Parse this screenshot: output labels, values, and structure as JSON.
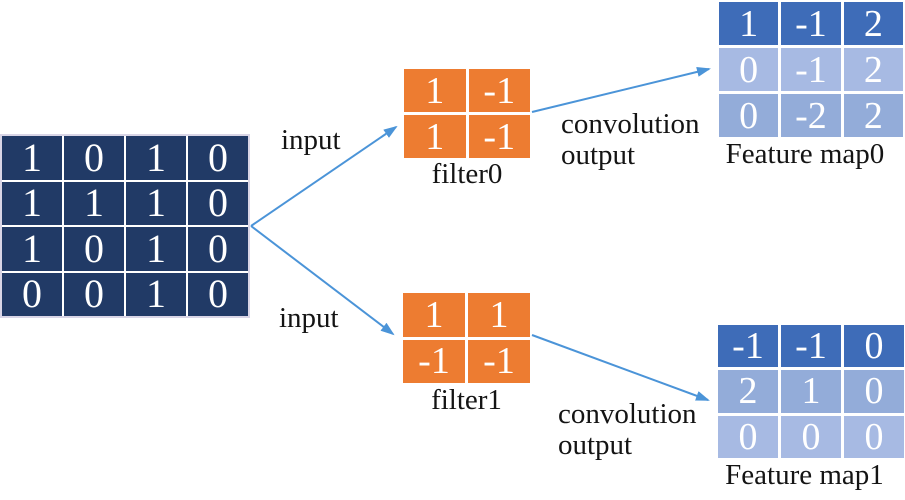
{
  "input_matrix": {
    "values": [
      [
        "1",
        "0",
        "1",
        "0"
      ],
      [
        "1",
        "1",
        "1",
        "0"
      ],
      [
        "1",
        "0",
        "1",
        "0"
      ],
      [
        "0",
        "0",
        "1",
        "0"
      ]
    ]
  },
  "filters": [
    {
      "label": "filter0",
      "values": [
        [
          "1",
          "-1"
        ],
        [
          "1",
          "-1"
        ]
      ]
    },
    {
      "label": "filter1",
      "values": [
        [
          "1",
          "1"
        ],
        [
          "-1",
          "-1"
        ]
      ]
    }
  ],
  "feature_maps": [
    {
      "label": "Feature map0",
      "values": [
        [
          "1",
          "-1",
          "2"
        ],
        [
          "0",
          "-1",
          "2"
        ],
        [
          "0",
          "-2",
          "2"
        ]
      ]
    },
    {
      "label": "Feature map1",
      "values": [
        [
          "-1",
          "-1",
          "0"
        ],
        [
          "2",
          "1",
          "0"
        ],
        [
          "0",
          "0",
          "0"
        ]
      ]
    }
  ],
  "edge_labels": {
    "input_top": "input",
    "input_bottom": "input",
    "conv_top": "convolution output",
    "conv_bottom": "convolution output"
  },
  "colors": {
    "input_cell": "#213a66",
    "filter_cell": "#ed7c31",
    "feature_map_header": "#3e6cb8",
    "feature_map_light": "#a7bae3",
    "feature_map_mid": "#93acd9",
    "arrow": "#4b94d8"
  }
}
